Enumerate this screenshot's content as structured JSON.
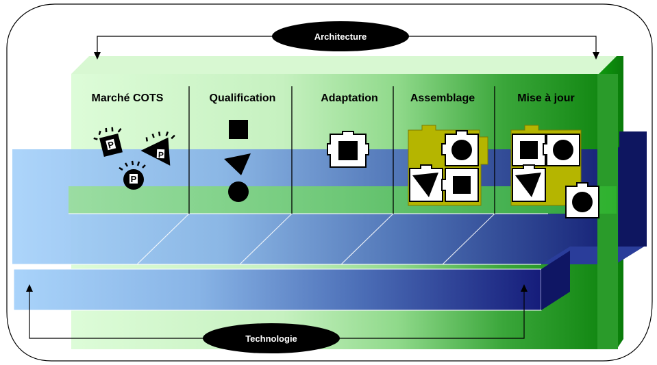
{
  "diagram": {
    "top_axis": {
      "label": "Architecture"
    },
    "bottom_axis": {
      "label": "Technologie"
    },
    "phases": [
      {
        "id": "marche-cots",
        "label": "Marché COTS"
      },
      {
        "id": "qualification",
        "label": "Qualification"
      },
      {
        "id": "adaptation",
        "label": "Adaptation"
      },
      {
        "id": "assemblage",
        "label": "Assemblage"
      },
      {
        "id": "mise-a-jour",
        "label": "Mise à jour"
      }
    ],
    "icons": {
      "marche_badge_letter": "P"
    },
    "colors": {
      "green_light": "#ddfcd8",
      "green_dark": "#1b8a1b",
      "blue_light": "#a8d0f8",
      "blue_dark": "#141a78",
      "olive": "#b5b500",
      "ellipse": "#000000"
    }
  }
}
